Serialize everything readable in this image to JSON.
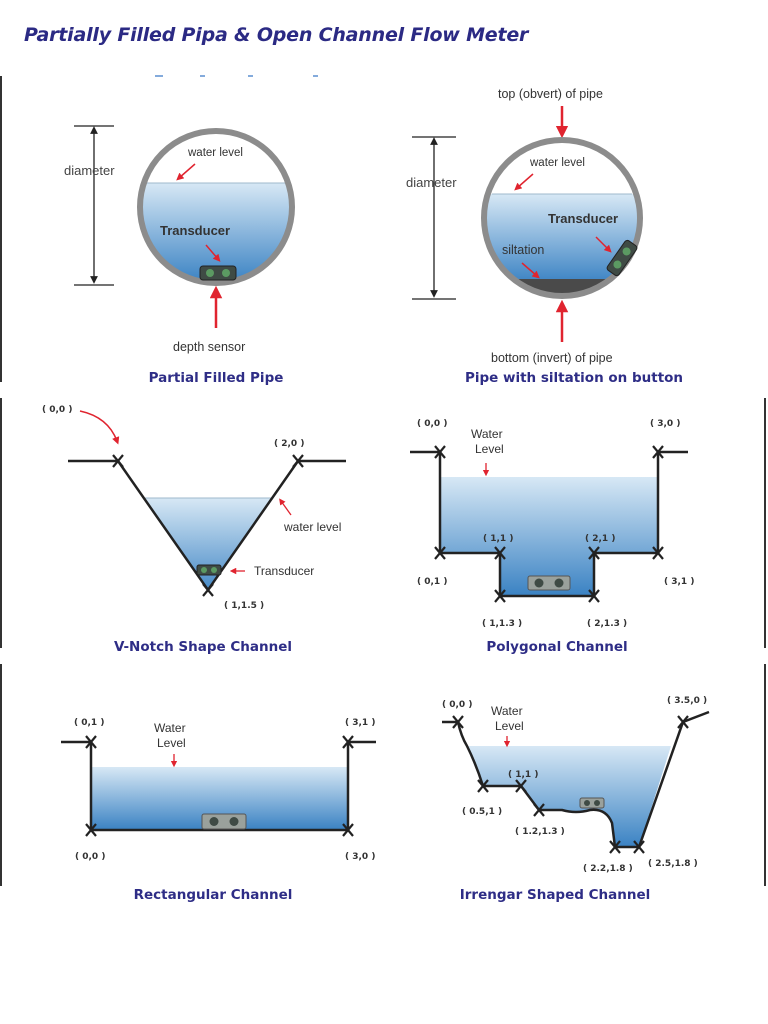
{
  "page": {
    "title": "Partially Filled Pipa & Open Channel Flow Meter"
  },
  "colors": {
    "title": "#2b2a84",
    "caption": "#2e2d86",
    "arrow": "#e0242f",
    "water_top": "#d5e6f4",
    "water_bottom": "#3b84c4",
    "silt": "#4a4a4a"
  },
  "panels": {
    "partial_pipe": {
      "caption": "Partial Filled Pipe",
      "diameter_label": "diameter",
      "water_level_label": "water level",
      "transducer_label": "Transducer",
      "depth_sensor_label": "depth sensor"
    },
    "siltation_pipe": {
      "caption": "Pipe with siltation on button",
      "top_label": "top (obvert) of pipe",
      "diameter_label": "diameter",
      "water_level_label": "water level",
      "transducer_label": "Transducer",
      "siltation_label": "siltation",
      "bottom_label": "bottom (invert) of pipe"
    },
    "v_notch": {
      "caption": "V-Notch Shape Channel",
      "coord_top_left": "( 0,0 )",
      "coord_top_right": "( 2,0 )",
      "coord_bottom": "( 1,1.5 )",
      "water_level_label": "water level",
      "transducer_label": "Transducer"
    },
    "polygonal": {
      "caption": "Polygonal Channel",
      "water_label_1": "Water",
      "water_label_2": "Level",
      "coord_0_0": "( 0,0 )",
      "coord_3_0": "( 3,0 )",
      "coord_1_1": "( 1,1 )",
      "coord_2_1": "( 2,1 )",
      "coord_0_1": "( 0,1 )",
      "coord_3_1": "( 3,1 )",
      "coord_1_1_3": "( 1,1.3 )",
      "coord_2_1_3": "( 2,1.3 )"
    },
    "rectangular": {
      "caption": "Rectangular Channel",
      "water_label_1": "Water",
      "water_label_2": "Level",
      "coord_0_1": "( 0,1 )",
      "coord_3_1": "( 3,1 )",
      "coord_0_0": "( 0,0 )",
      "coord_3_0": "( 3,0 )"
    },
    "irregular": {
      "caption": "Irrengar Shaped Channel",
      "water_label_1": "Water",
      "water_label_2": "Level",
      "coord_0_0": "( 0,0 )",
      "coord_3_5_0": "( 3.5,0 )",
      "coord_1_1": "( 1,1 )",
      "coord_0_5_1": "( 0.5,1 )",
      "coord_1_2_1_3": "( 1.2,1.3 )",
      "coord_2_2_1_8": "( 2.2,1.8 )",
      "coord_2_5_1_8": "( 2.5,1.8 )"
    }
  }
}
